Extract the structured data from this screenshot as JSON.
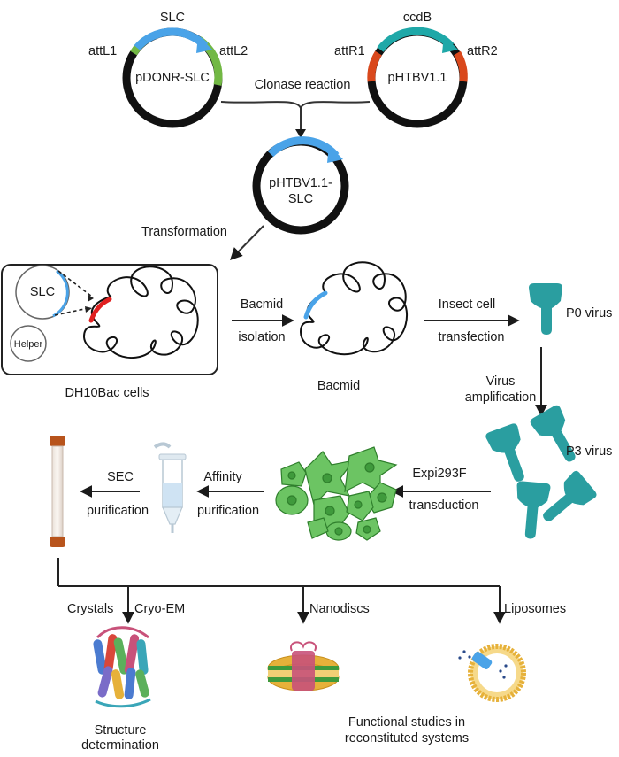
{
  "plasmids": {
    "donor": {
      "name": "pDONR-SLC",
      "insert": "SLC",
      "left_att": "attL1",
      "right_att": "attL2"
    },
    "destination": {
      "name": "pHTBV1.1",
      "insert": "ccdB",
      "left_att": "attR1",
      "right_att": "attR2"
    },
    "product": {
      "name_line1": "pHTBV1.1-",
      "name_line2": "SLC"
    }
  },
  "steps": {
    "clonase": "Clonase reaction",
    "transformation": "Transformation",
    "bacmid_isolation_1": "Bacmid",
    "bacmid_isolation_2": "isolation",
    "insect_1": "Insect cell",
    "insect_2": "transfection",
    "amplification_1": "Virus",
    "amplification_2": "amplification",
    "expi_1": "Expi293F",
    "expi_2": "transduction",
    "affinity_1": "Affinity",
    "affinity_2": "purification",
    "sec_1": "SEC",
    "sec_2": "purification"
  },
  "cells": {
    "plasmid_label": "SLC",
    "helper_label": "Helper",
    "caption": "DH10Bac cells",
    "bacmid_caption": "Bacmid"
  },
  "virus": {
    "p0": "P0 virus",
    "p3": "P3 virus"
  },
  "applications": {
    "crystals": "Crystals",
    "cryoem": "Cryo-EM",
    "nanodiscs": "Nanodiscs",
    "liposomes": "Liposomes",
    "structure_1": "Structure",
    "structure_2": "determination",
    "functional_1": "Functional studies in",
    "functional_2": "reconstituted systems"
  },
  "colors": {
    "ring": "#111111",
    "slc_arrow": "#4aa3e8",
    "ccdb_arrow": "#1fa8a8",
    "att_l": "#72b844",
    "att_r": "#d9481c",
    "virus": "#2a9ea0",
    "cell_fill": "#6cc463",
    "cell_nucleus": "#3f9a3c",
    "bacmid_marker": "#e02020",
    "column_cap": "#b8541c",
    "lipid_head": "#e6b13a",
    "nanodisc_belt": "#3f9a3c",
    "protein_pink": "#c8527a"
  }
}
